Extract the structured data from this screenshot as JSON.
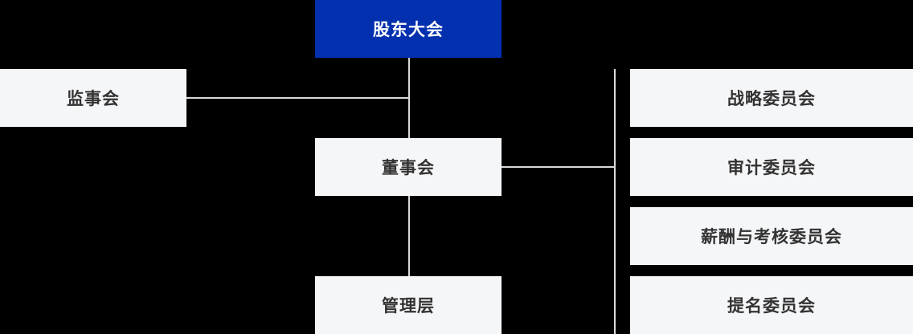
{
  "chart": {
    "type": "org-chart",
    "nodes": {
      "shareholders": {
        "label": "股东大会"
      },
      "supervisory": {
        "label": "监事会"
      },
      "board": {
        "label": "董事会"
      },
      "management": {
        "label": "管理层"
      },
      "committees": [
        {
          "label": "战略委员会"
        },
        {
          "label": "审计委员会"
        },
        {
          "label": "薪酬与考核委员会"
        },
        {
          "label": "提名委员会"
        }
      ]
    },
    "edges": [
      "shareholders-board",
      "supervisory-trunk",
      "board-management",
      "board-committees-spine"
    ],
    "colors": {
      "background": "#000000",
      "primary_node_bg": "#0330AE",
      "primary_node_text": "#FFFFFF",
      "node_bg": "#F5F6F8",
      "node_text": "#333333",
      "connector": "#D9D9D9"
    }
  }
}
